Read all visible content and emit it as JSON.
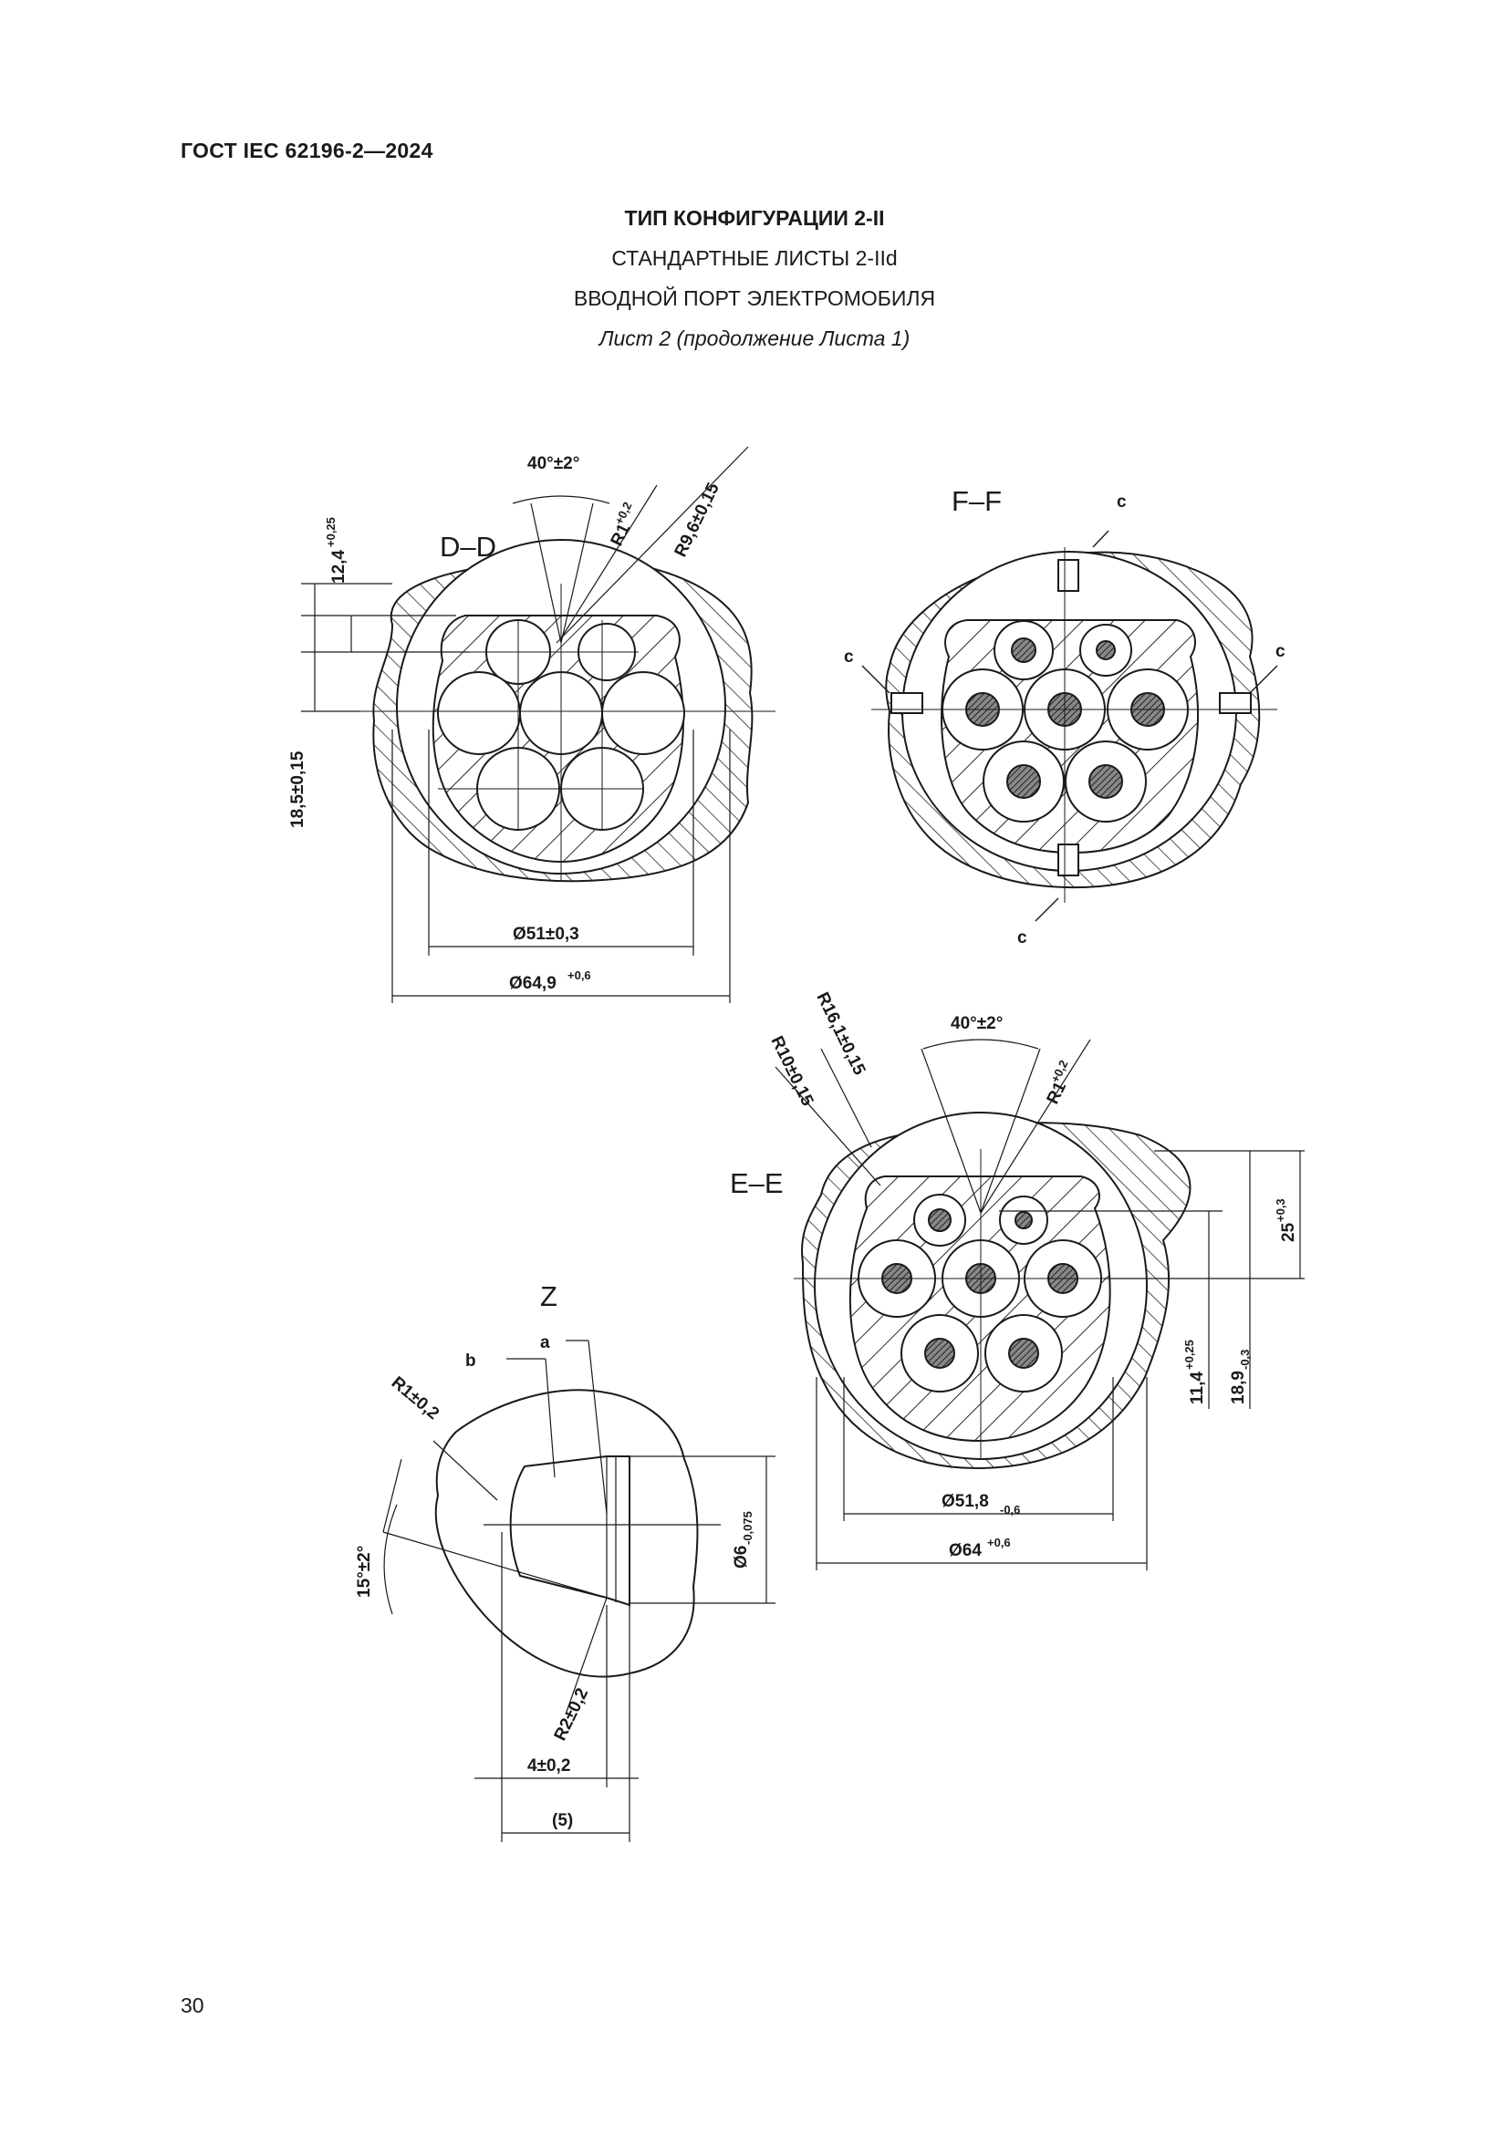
{
  "header": {
    "doc_code": "ГОСТ IEC 62196-2—2024",
    "title": "ТИП КОНФИГУРАЦИИ 2-II",
    "subtitle1": "СТАНДАРТНЫЕ ЛИСТЫ 2-IId",
    "subtitle2": "ВВОДНОЙ ПОРТ ЭЛЕКТРОМОБИЛЯ",
    "sheet": "Лист 2 (продолжение Листа 1)"
  },
  "dd": {
    "name": "D–D",
    "angle": "40°±2°",
    "r1": "R1",
    "r1_tol": "+0,2",
    "r96": "R9,6±0,15",
    "dim124": "12,4",
    "dim124_tol": "+0,25",
    "dim185": "18,5±0,15",
    "d51": "Ø51±0,3",
    "d649": "Ø64,9",
    "d649_tol": "+0,6"
  },
  "ff": {
    "name": "F–F",
    "c_label": "c"
  },
  "ee": {
    "name": "E–E",
    "r161": "R16,1±0,15",
    "r10": "R10±0,15",
    "angle": "40°±2°",
    "r1": "R1",
    "r1_tol": "+0,2",
    "dim25": "25",
    "dim25_tol": "+0,3",
    "dim114": "11,4",
    "dim114_tol": "+0,25",
    "dim189": "18,9",
    "dim189_tol": "-0,3",
    "d518": "Ø51,8",
    "d518_tol": "-0,6",
    "d64": "Ø64",
    "d64_tol": "+0,6"
  },
  "z": {
    "name": "Z",
    "a": "a",
    "b": "b",
    "r1": "R1±0,2",
    "angle": "15°±2°",
    "d6": "Ø6",
    "d6_tol": "-0,075",
    "r2": "R2±0,2",
    "dim4": "4±0,2",
    "dim5": "(5)"
  },
  "page_number": "30"
}
